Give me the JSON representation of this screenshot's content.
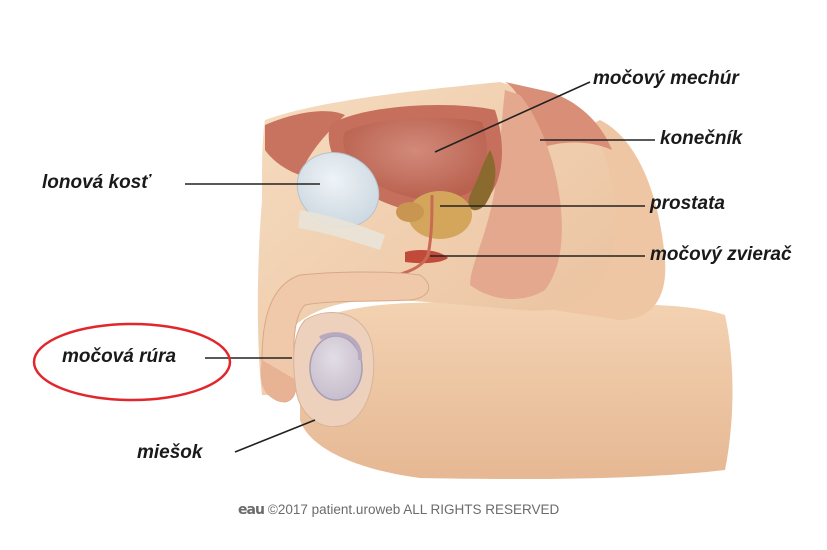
{
  "labels": {
    "bladder": "močový mechúr",
    "rectum": "konečník",
    "pubic_bone": "lonová kosť",
    "prostate": "prostata",
    "sphincter": "močový zvierač",
    "urethra": "močová rúra",
    "scrotum": "miešok"
  },
  "highlight_color": "#e1262c",
  "footer": {
    "logo": "eau",
    "text": "©2017 patient.uroweb ALL RIGHTS RESERVED"
  }
}
